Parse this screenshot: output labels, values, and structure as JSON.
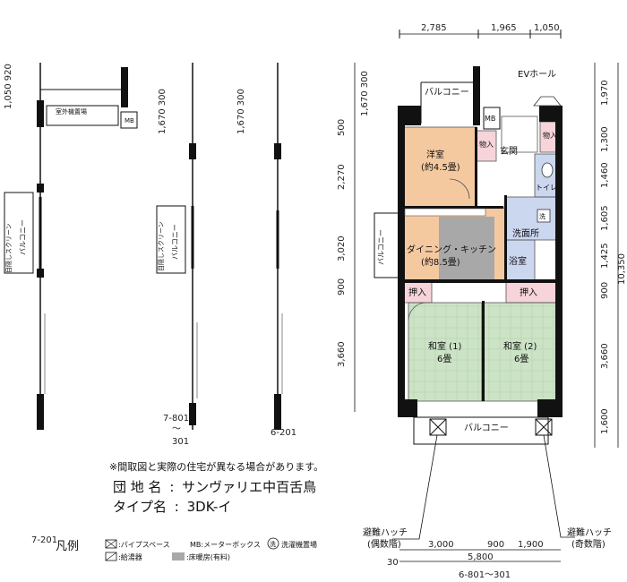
{
  "dimensions": {
    "top": [
      "2,785",
      "1,965",
      "1,050"
    ],
    "bottom_row1": [
      "3,000",
      "900",
      "1,900"
    ],
    "bottom_offset": "30",
    "bottom_total": "5,800",
    "right": [
      "1,970",
      "1,300",
      "1,460",
      "1,605",
      "1,425",
      "900",
      "3,660",
      "1,600"
    ],
    "right_total": "10,350",
    "left_main": [
      "1,670 300",
      "500",
      "2,270",
      "3,020",
      "900",
      "3,660"
    ],
    "left_small": [
      "1,050 920",
      "1,670 300",
      "1,670 300"
    ]
  },
  "rooms": {
    "western": "洋室",
    "western_size": "(約4.5畳)",
    "dining": "ダイニング・キッチン",
    "dining_size": "(約8.5畳)",
    "washroom": "洗面所",
    "bath": "浴室",
    "toilet": "トイレ",
    "entrance": "玄関",
    "storage": "物入",
    "closet": "押入",
    "japanese1": "和室 (1)",
    "japanese1_size": "6畳",
    "japanese2": "和室 (2)",
    "japanese2_size": "6畳",
    "balcony": "バルコニー",
    "balcony_side": "バルコニー",
    "ev_hall": "EVホール",
    "mb": "MB",
    "outdoor_unit": "室外機置場",
    "screen": "目隠しスクリーン"
  },
  "hatches": {
    "left_label": "避難ハッチ",
    "left_sub": "(偶数階)",
    "right_label": "避難ハッチ",
    "right_sub": "(奇数階)"
  },
  "floor_labels": {
    "plan_a": "7-201",
    "plan_b_top": "7-801",
    "plan_b_mid": "〜",
    "plan_b_bottom": "301",
    "plan_c": "6-201",
    "plan_main": "6-801〜301"
  },
  "info": {
    "note": "※間取図と実際の住宅が異なる場合があります。",
    "complex_label": "団 地 名",
    "complex_name": "サンヴァリエ中百舌鳥",
    "type_label": "タイプ名",
    "type_name": "3DK-イ",
    "colon": ":"
  },
  "legend": {
    "title": "凡例",
    "pipe": ":パイプスペース",
    "meter": "MB:メーターボックス",
    "laundry_icon": "洗",
    "laundry": "洗濯機置場",
    "water_heater": ":給湯器",
    "floor_heating": ":床暖房(有料)"
  },
  "colors": {
    "western_room": "#f5c9a0",
    "japanese_room": "#cce3c6",
    "wet_area": "#cbd6ef",
    "closet": "#f6d4d9",
    "floor_heating": "#a8a8a8",
    "wall": "#111111"
  }
}
